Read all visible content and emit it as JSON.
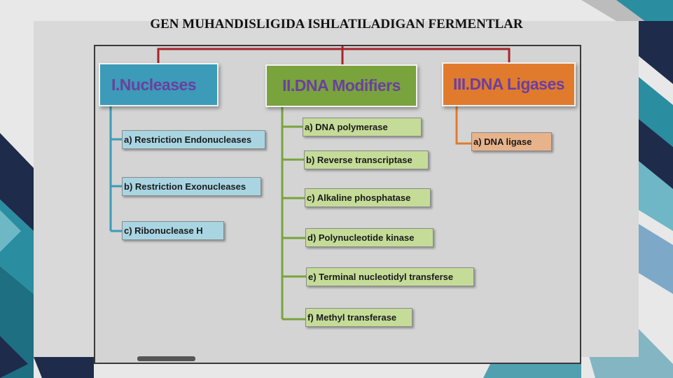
{
  "slide": {
    "title": "GEN MUHANDISLIGIDA ISHLATILADIGAN FERMENTLAR"
  },
  "categories": [
    {
      "label": "I.Nucleases",
      "color": "#3b9bb8",
      "items": [
        "a) Restriction Endonucleases",
        "b) Restriction Exonucleases",
        "c) Ribonuclease H"
      ]
    },
    {
      "label": "II.DNA Modifiers",
      "color": "#79a33c",
      "items": [
        "a) DNA polymerase",
        "b) Reverse transcriptase",
        "c) Alkaline phosphatase",
        "d) Polynucleotide kinase",
        "e) Terminal nucleotidyl transferse",
        "f) Methyl transferase"
      ]
    },
    {
      "label": "III.DNA Ligases",
      "color": "#e07b2e",
      "items": [
        "a) DNA ligase"
      ]
    }
  ],
  "colors": {
    "connector_top": "#a8242a",
    "title_text": "#6b3fa0",
    "background_navy": "#1e2b4a",
    "background_teal": "#2a8da0"
  }
}
